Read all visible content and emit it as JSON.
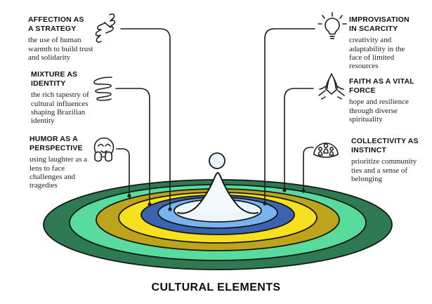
{
  "title": "CULTURAL ELEMENTS",
  "left_items": [
    {
      "heading": "AFFECTION AS A STRATEGY",
      "description": "the use of human warmth to build trust and solidarity",
      "icon": "clasped-hands"
    },
    {
      "heading": "MIXTURE AS IDENTITY",
      "description": "the rich tapestry of cultural influences shaping Brazilian identity",
      "icon": "coil"
    },
    {
      "heading": "HUMOR AS A PERSPECTIVE",
      "description": "using laughter as a lens to face challenges and tragedies",
      "icon": "giggling-face"
    }
  ],
  "right_items": [
    {
      "heading": "IMPROVISATION IN SCARCITY",
      "description": "creativity and adaptability in the face of limited resources",
      "icon": "lightbulb"
    },
    {
      "heading": "FAITH AS A VITAL FORCE",
      "description": "hope and resilience through diverse spirituality",
      "icon": "praying-hands"
    },
    {
      "heading": "COLLECTIVITY AS INSTINCT",
      "description": "prioritize community ties and a sense of belonging",
      "icon": "community-dome"
    }
  ],
  "ripple": {
    "colors": {
      "outline": "#161616",
      "outer_green": "#2E7A52",
      "mint": "#58DB9D",
      "olive": "#BEA31C",
      "yellow": "#F7E11F",
      "dark_blue": "#3C63AE",
      "light_blue": "#78B4EF",
      "pool": "#ECF5FA",
      "splash": "#F3FAFD"
    }
  }
}
